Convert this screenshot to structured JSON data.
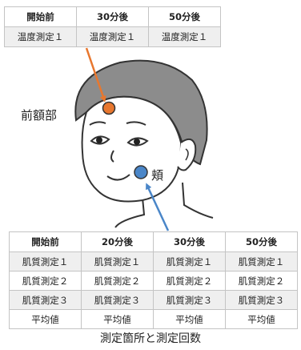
{
  "top_table": {
    "headers": [
      "開始前",
      "30分後",
      "50分後"
    ],
    "row": [
      "温度測定１",
      "温度測定１",
      "温度測定１"
    ]
  },
  "labels": {
    "forehead": "前額部",
    "cheek": "頬"
  },
  "bottom_table": {
    "headers": [
      "開始前",
      "20分後",
      "30分後",
      "50分後"
    ],
    "rows": [
      [
        "肌質測定１",
        "肌質測定１",
        "肌質測定１",
        "肌質測定１"
      ],
      [
        "肌質測定２",
        "肌質測定２",
        "肌質測定２",
        "肌質測定２"
      ],
      [
        "肌質測定３",
        "肌質測定３",
        "肌質測定３",
        "肌質測定３"
      ],
      [
        "平均値",
        "平均値",
        "平均値",
        "平均値"
      ]
    ]
  },
  "caption": "測定箇所と測定回数",
  "colors": {
    "forehead_marker": "#e8772e",
    "cheek_marker": "#4a86c8",
    "hair": "#8c8c8c"
  }
}
